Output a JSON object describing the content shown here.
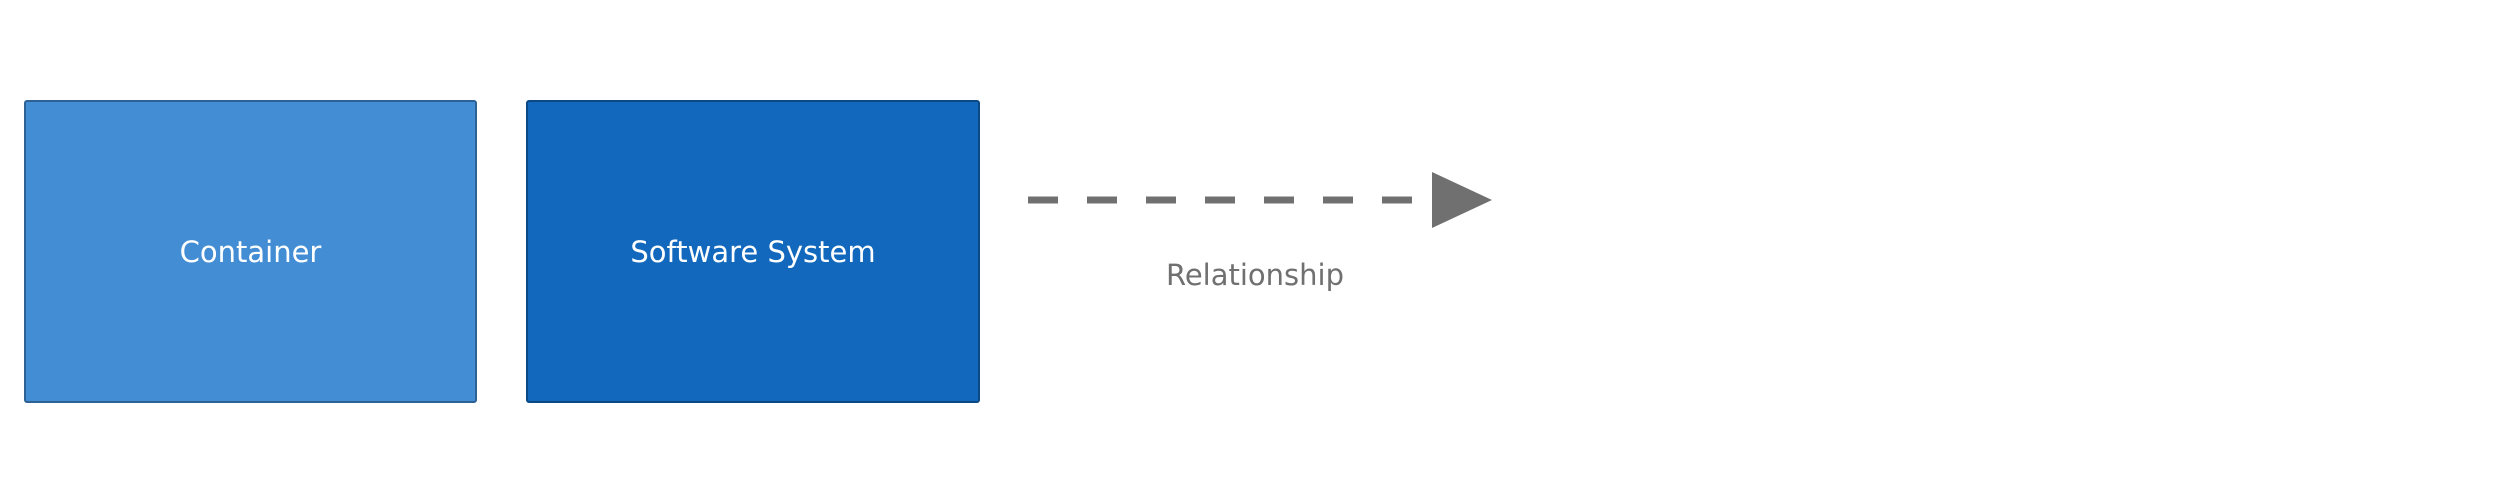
{
  "legend": {
    "elements": [
      {
        "label": "Container",
        "fill": "#438dd5",
        "stroke": "#2e6295",
        "text_color": "#ffffff"
      },
      {
        "label": "Software System",
        "fill": "#1168bd",
        "stroke": "#0b4884",
        "text_color": "#ffffff"
      }
    ],
    "relationship": {
      "label": "Relationship",
      "line_style": "dashed",
      "color": "#707070"
    }
  }
}
